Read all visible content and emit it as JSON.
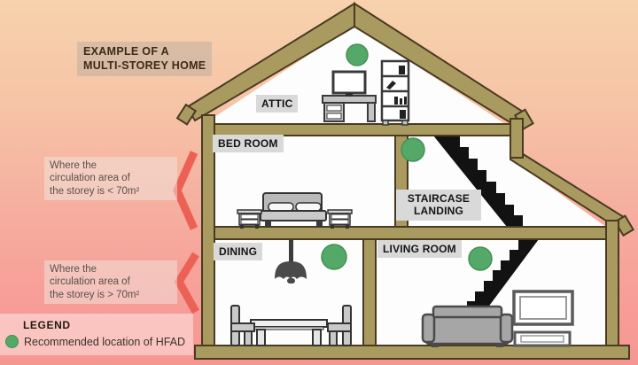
{
  "title": {
    "line1": "EXAMPLE OF A",
    "line2": "MULTI-STOREY HOME"
  },
  "house": {
    "rooms": {
      "attic": {
        "label": "ATTIC"
      },
      "bedroom": {
        "label": "BED ROOM"
      },
      "staircase_landing": {
        "label_line1": "STAIRCASE",
        "label_line2": "LANDING"
      },
      "dining": {
        "label": "DINING"
      },
      "living_room": {
        "label": "LIVING ROOM"
      }
    },
    "hfad_marker_rooms": [
      "attic",
      "staircase-landing",
      "dining",
      "living-room"
    ]
  },
  "annotations": {
    "upper_storey": {
      "line1": "Where the",
      "line2": "circulation area of",
      "line3": "the storey is < 70m²"
    },
    "ground_storey": {
      "line1": "Where the",
      "line2": "circulation area of",
      "line3": "the storey is > 70m²"
    }
  },
  "legend": {
    "heading": "LEGEND",
    "item_label": "Recommended location of HFAD"
  },
  "colors": {
    "background_top": "#f7d2ac",
    "background_bottom": "#f69691",
    "structure_tan": "#a99b60",
    "outline_brown": "#4a3a22",
    "room_white": "#fdfdfd",
    "hfad_green": "#55a968",
    "chevron_red": "#ec6156",
    "label_background": "#d9d9d9",
    "stairs_black": "#121212"
  }
}
